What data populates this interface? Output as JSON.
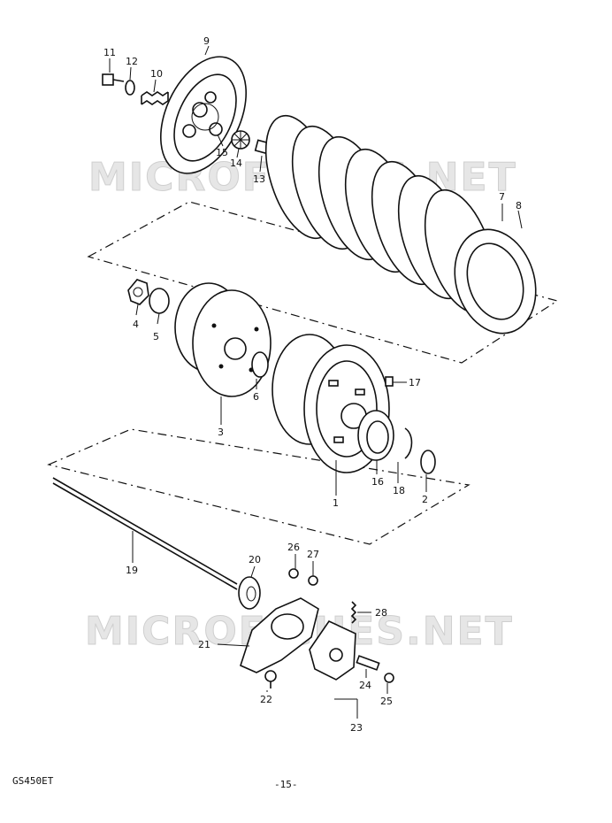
{
  "watermarks": [
    "MICROFICHES.NET",
    "MICROFICHES.NET"
  ],
  "footer": {
    "model": "GS450ET",
    "page": "-15-"
  },
  "labels": {
    "p1": "1",
    "p2": "2",
    "p3": "3",
    "p4": "4",
    "p5": "5",
    "p6": "6",
    "p7": "7",
    "p8": "8",
    "p9": "9",
    "p10": "10",
    "p11": "11",
    "p12": "12",
    "p13": "13",
    "p14": "14",
    "p15": "15",
    "p16": "16",
    "p17": "17",
    "p18": "18",
    "p19": "19",
    "p20": "20",
    "p21": "21",
    "p22": "22",
    "p23": "23",
    "p24": "24",
    "p25": "25",
    "p26": "26",
    "p27": "27",
    "p28": "28"
  }
}
